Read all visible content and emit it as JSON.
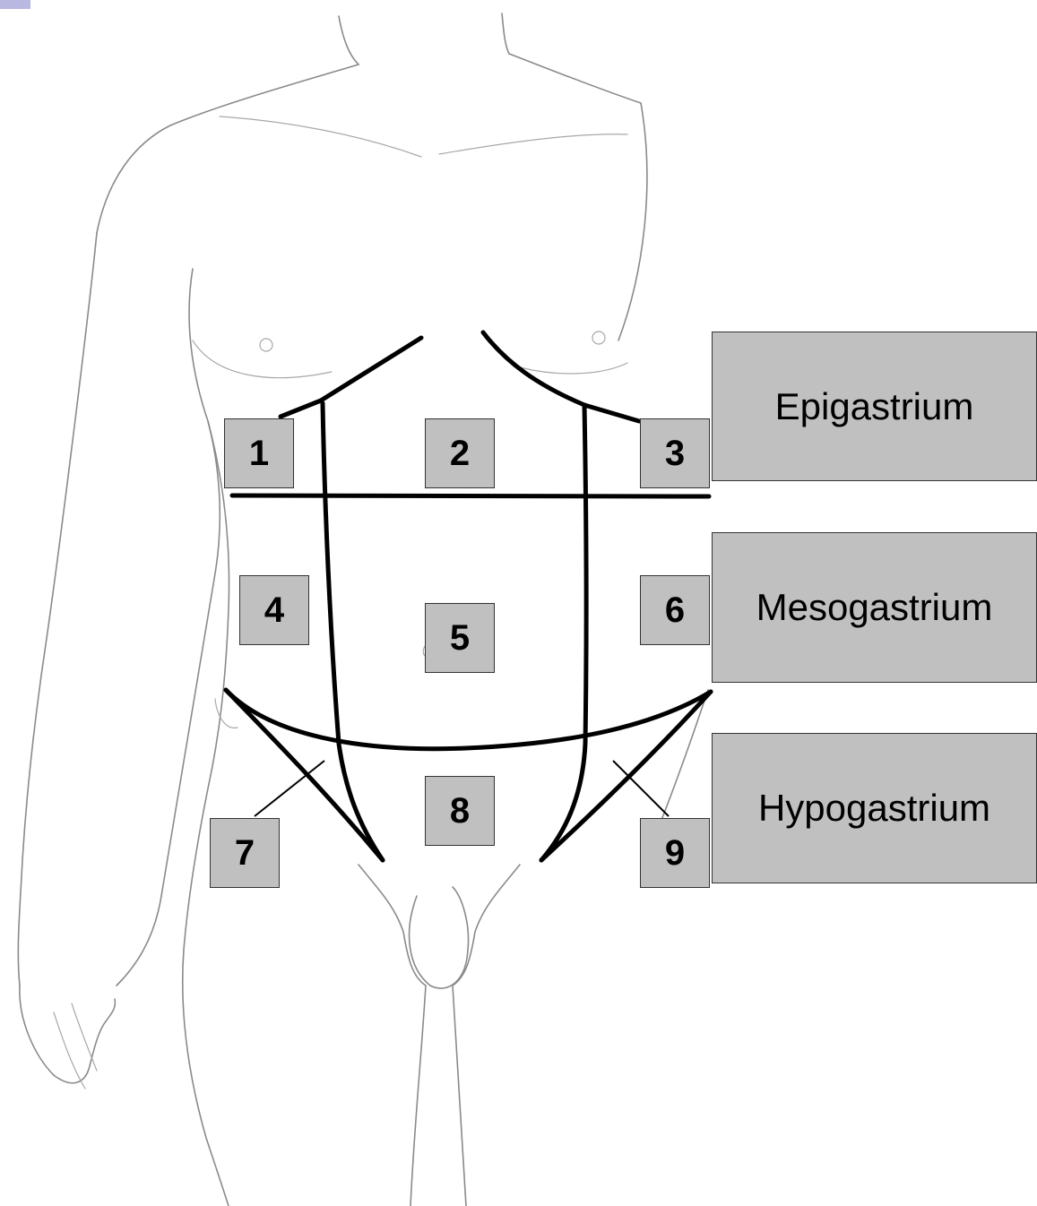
{
  "regions": [
    {
      "number": "1"
    },
    {
      "number": "2"
    },
    {
      "number": "3"
    },
    {
      "number": "4"
    },
    {
      "number": "5"
    },
    {
      "number": "6"
    },
    {
      "number": "7"
    },
    {
      "number": "8"
    },
    {
      "number": "9"
    }
  ],
  "zones": [
    {
      "label": "Epigastrium"
    },
    {
      "label": "Mesogastrium"
    },
    {
      "label": "Hypogastrium"
    }
  ],
  "colors": {
    "box_fill": "#c0c0c0",
    "region_lines": "#000000",
    "body_sketch": "#8a8a8a",
    "corner_mark": "#b8b8e0"
  }
}
